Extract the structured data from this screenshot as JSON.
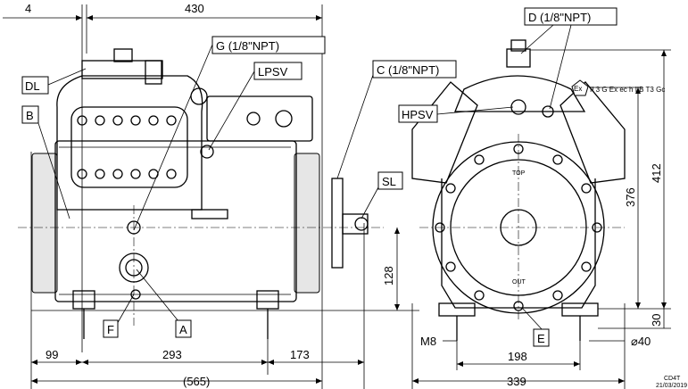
{
  "side_view": {
    "dims": {
      "offset_left": "4",
      "length_top": "430",
      "height_sl": "128",
      "bottom_left": "99",
      "bottom_mid": "293",
      "bottom_right": "173",
      "overall": "(565)"
    },
    "labels": {
      "dl": "DL",
      "b": "B",
      "g": "G (1/8\"NPT)",
      "lpsv": "LPSV",
      "c": "C (1/8\"NPT)",
      "sl": "SL",
      "f": "F",
      "a": "A"
    }
  },
  "front_view": {
    "dims": {
      "height_inner": "376",
      "height_outer": "412",
      "foot": "30",
      "foot_diameter": "⌀40",
      "bolt": "M8",
      "bolt_spacing": "198",
      "width": "339"
    },
    "labels": {
      "d": "D (1/8\"NPT)",
      "hpsv": "HPSV",
      "e": "E",
      "top_mark": "TOP",
      "out_mark": "OUT"
    },
    "atex": {
      "symbol": "Ex",
      "marking": "II 3 G Ex ec h IIB T3 Gc"
    }
  },
  "drawing_code": "CD4T",
  "drawing_date": "21/03/2019"
}
